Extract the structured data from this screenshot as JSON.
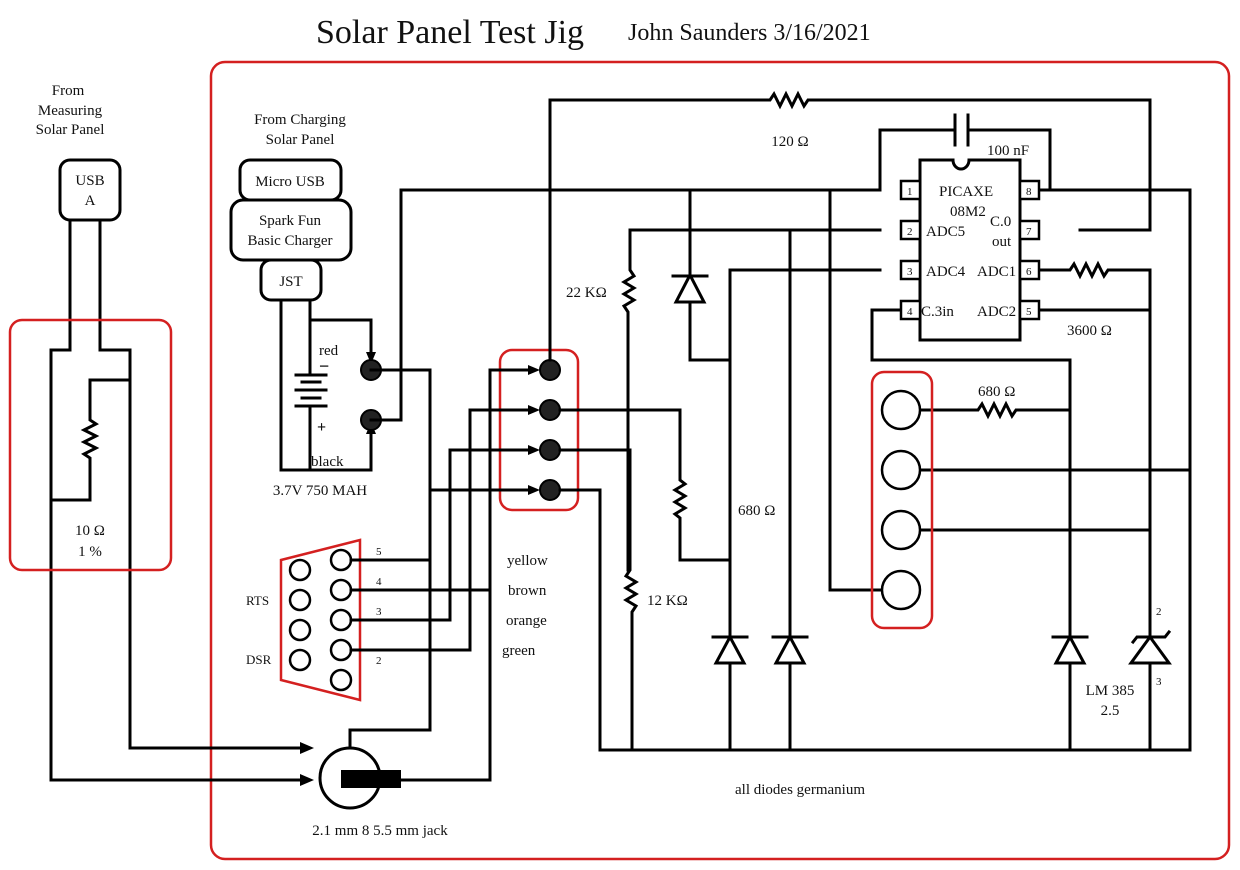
{
  "title": "Solar Panel Test Jig",
  "author_date": "John Saunders 3/16/2021",
  "measuring_panel": {
    "label_lines": [
      "From",
      "Measuring",
      "Solar Panel"
    ],
    "connector_lines": [
      "USB",
      "A"
    ],
    "shunt_value": "10 Ω",
    "shunt_tolerance": "1 %"
  },
  "charging_panel": {
    "label_lines": [
      "From Charging",
      "Solar Panel"
    ],
    "micro_usb": "Micro USB",
    "charger_lines": [
      "Spark Fun",
      "Basic Charger"
    ],
    "jst": "JST"
  },
  "battery": {
    "label": "3.7V 750 MAH",
    "lead_neg": "red",
    "lead_pos": "black",
    "minus_sign": "−",
    "plus_sign": "+"
  },
  "db9": {
    "left_labels": [
      "RTS",
      "DSR"
    ],
    "pin_numbers": [
      "5",
      "4",
      "3",
      "2"
    ],
    "wire_colors": [
      "yellow",
      "brown",
      "orange",
      "green"
    ]
  },
  "jack": {
    "label": "2.1 mm 8 5.5 mm jack"
  },
  "resistors": {
    "r_top": "120 Ω",
    "r_22k": "22 KΩ",
    "r_12k": "12 KΩ",
    "r_680_mid": "680 Ω",
    "r_680_right": "680 Ω",
    "r_3600": "3600 Ω"
  },
  "capacitor": "100 nF",
  "ic": {
    "name_lines": [
      "PICAXE",
      "08M2"
    ],
    "pins_left": [
      {
        "num": "1",
        "label": ""
      },
      {
        "num": "2",
        "label": "ADC5"
      },
      {
        "num": "3",
        "label": "ADC4"
      },
      {
        "num": "4",
        "label": "C.3in"
      }
    ],
    "pins_right": [
      {
        "num": "8",
        "label": ""
      },
      {
        "num": "7",
        "label_lines": [
          "C.0",
          "out"
        ]
      },
      {
        "num": "6",
        "label": "ADC1"
      },
      {
        "num": "5",
        "label": "ADC2"
      }
    ]
  },
  "reference": {
    "part_lines": [
      "LM 385",
      "2.5"
    ],
    "pin_top": "2",
    "pin_bottom": "3"
  },
  "note": "all diodes germanium"
}
